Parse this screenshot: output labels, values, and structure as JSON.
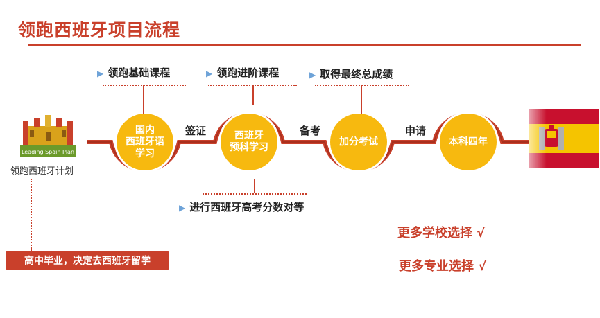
{
  "title": "领跑西班牙项目流程",
  "logo": {
    "tagline": "Leading Spain Plan",
    "caption": "领跑西班牙计划"
  },
  "stages": [
    {
      "label": "领跑基础课程"
    },
    {
      "label": "领跑进阶课程"
    },
    {
      "label": "取得最终总成绩"
    }
  ],
  "circles": [
    {
      "text": "国内\n西班牙语\n学习"
    },
    {
      "text": "西班牙\n预科学习"
    },
    {
      "text": "加分考试"
    },
    {
      "text": "本科四年"
    }
  ],
  "connectors": [
    "签证",
    "备考",
    "申请"
  ],
  "below_note": "进行西班牙高考分数对等",
  "footer_banner": "高中毕业，决定去西班牙留学",
  "benefits": [
    "更多学校选择 √",
    "更多专业选择 √"
  ],
  "colors": {
    "accent": "#c9402b",
    "circle": "#f7b90f",
    "arrow": "#6ea3d8"
  },
  "icons": {
    "arrow": "triangle-right",
    "flag": "spain-flag"
  }
}
